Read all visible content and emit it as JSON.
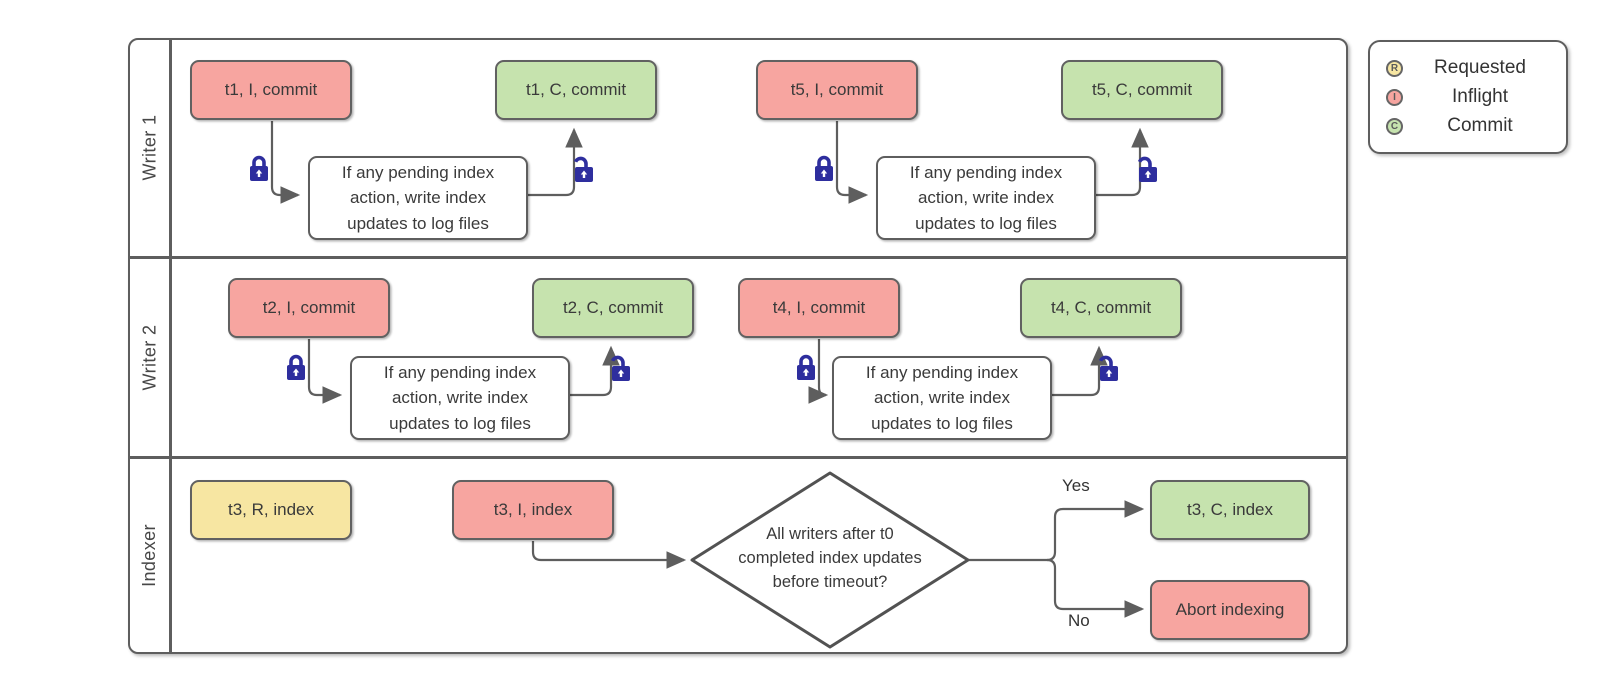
{
  "diagram": {
    "lanes": [
      {
        "label": "Writer 1",
        "events": [
          {
            "label": "t1, I, commit",
            "state": "inflight"
          },
          {
            "label": "t1, C, commit",
            "state": "commit"
          },
          {
            "label": "t5, I, commit",
            "state": "inflight"
          },
          {
            "label": "t5, C, commit",
            "state": "commit"
          }
        ],
        "note_lines": [
          "If any pending index",
          "action, write index",
          "updates to log files"
        ]
      },
      {
        "label": "Writer 2",
        "events": [
          {
            "label": "t2, I, commit",
            "state": "inflight"
          },
          {
            "label": "t2, C, commit",
            "state": "commit"
          },
          {
            "label": "t4, I, commit",
            "state": "inflight"
          },
          {
            "label": "t4, C, commit",
            "state": "commit"
          }
        ],
        "note_lines": [
          "If any pending index",
          "action, write index",
          "updates to log files"
        ]
      },
      {
        "label": "Indexer",
        "events": [
          {
            "label": "t3, R, index",
            "state": "requested"
          },
          {
            "label": "t3, I, index",
            "state": "inflight"
          },
          {
            "label": "t3, C, index",
            "state": "commit"
          },
          {
            "label": "Abort indexing",
            "state": "inflight"
          }
        ],
        "decision": {
          "lines": [
            "All writers after t0",
            "completed index updates",
            "before timeout?"
          ],
          "yes_label": "Yes",
          "no_label": "No"
        }
      }
    ],
    "legend": {
      "items": [
        {
          "symbol": "R",
          "label": "Requested",
          "color": "#f7e6a2"
        },
        {
          "symbol": "I",
          "label": "Inflight",
          "color": "#f7a5a0"
        },
        {
          "symbol": "C",
          "label": "Commit",
          "color": "#c6e3ae"
        }
      ]
    },
    "colors": {
      "requested": "#f7e6a2",
      "inflight": "#f7a5a0",
      "commit": "#c6e3ae",
      "lock": "#2e2e9e",
      "shape_border": "#5e5e5e"
    }
  }
}
